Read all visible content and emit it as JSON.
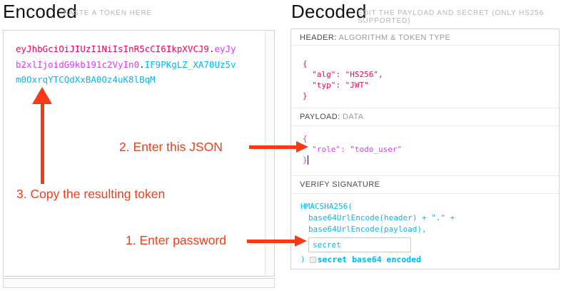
{
  "colors": {
    "token_header": "#fb015b",
    "token_payload": "#d63aff",
    "token_signature": "#00b9f1",
    "token_dot": "#2d2d2d",
    "annotation": "#f63a17"
  },
  "encoded_panel": {
    "title": "Encoded",
    "subtitle": "PASTE A TOKEN HERE",
    "token": {
      "header_part": "eyJhbGciOiJIUzI1NiIsInR5cCI6IkpXVCJ9",
      "dot1": ".",
      "payload_part": "eyJyb2xlIjoidG9kb191c2VyIn0",
      "dot2": ".",
      "signature_part": "IF9PKgLZ_XA70Uz5vm0OxrqYTCQdXxBA0Oz4uK8lBqM"
    }
  },
  "decoded_panel": {
    "title": "Decoded",
    "subtitle": "EDIT THE PAYLOAD AND SECRET (ONLY HS256 SUPPORTED)",
    "header_section": {
      "label_strong": "HEADER:",
      "label_rest": " ALGORITHM & TOKEN TYPE",
      "json_lines": [
        "{",
        "  \"alg\": \"HS256\",",
        "  \"typ\": \"JWT\"",
        "}"
      ]
    },
    "payload_section": {
      "label_strong": "PAYLOAD:",
      "label_rest": " DATA",
      "json_lines": [
        "{",
        "  \"role\": \"todo_user\"",
        "}"
      ]
    },
    "signature_section": {
      "label": "VERIFY SIGNATURE",
      "code_line1": "HMACSHA256(",
      "code_line2": "base64UrlEncode(header) + \".\" +",
      "code_line3": "base64UrlEncode(payload),",
      "secret_value": "secret",
      "code_close": ")",
      "checkbox_label": "secret base64 encoded"
    }
  },
  "annotations": {
    "step1": "1. Enter password",
    "step2": "2. Enter this JSON",
    "step3": "3. Copy the resulting token"
  }
}
